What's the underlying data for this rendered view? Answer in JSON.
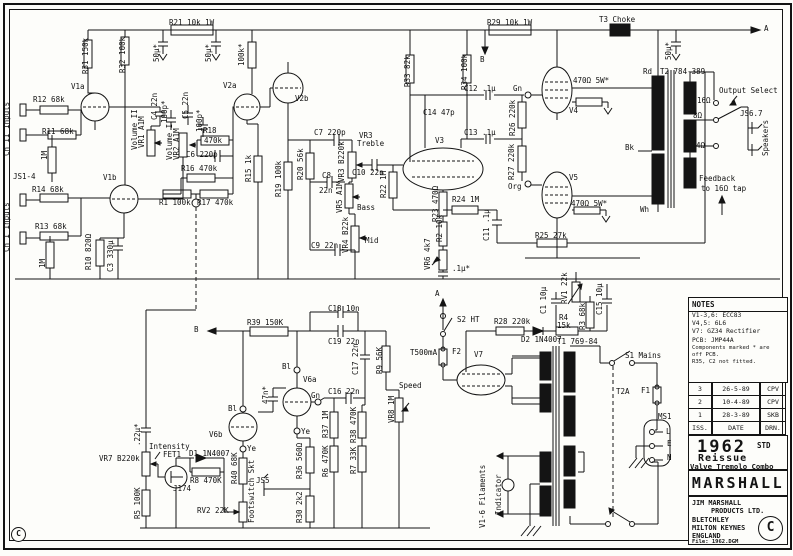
{
  "sheet": {
    "bg": "#fdfdfa",
    "ink": "#141414"
  },
  "labels": {
    "r31": "R31 150k",
    "r32": "R32 100k",
    "r21": "R21 10k 1W",
    "cap50a": "50µ*",
    "cap50b": "50µ*",
    "cap50c": "50µ*",
    "k100": "100k*",
    "v1a": "V1a",
    "r12": "R12 68k",
    "r11": "R11 68k",
    "m1a": "1M",
    "ch2": "Ch II Inputs",
    "js14": "JS1-4",
    "ch1": "Ch I Inputs",
    "v1b": "V1b",
    "r14": "R14 68k",
    "r13": "R13 68k",
    "m1b": "1M",
    "r10": "R10 820Ω",
    "c3": "C3 330µ",
    "vol2": "Volume II",
    "vr1": "VR1 A1M",
    "c4": "C4 22n",
    "p100a": "100p*",
    "c5": "C5 22n",
    "vol1": "Volume I",
    "vr2": "VR2 A1M",
    "p100b": "100p*",
    "r18": "R18",
    "r18v": "470k",
    "c6": "C6 220p",
    "r16": "R16 470k",
    "r1": "R1 100k",
    "r17": "R17 470k",
    "r15": "R15 1k",
    "v2a": "V2a",
    "v2b": "V2b",
    "r33": "R33 82k",
    "r34": "R34 100k",
    "r29": "R29 10k 1W",
    "b1": "B",
    "c12": "C12 .1µ",
    "gn1": "Gn",
    "c14": "C14 47p",
    "c13": "C13 .1µ",
    "r26": "R26 220k",
    "r27": "R27 220k",
    "org": "Org",
    "v3": "V3",
    "c7": "C7 220p",
    "vr3a": "VR3",
    "vr3b": "Treble",
    "r19": "R19 100k",
    "r20": "R20 56k",
    "vr3v": "VR3 B220k",
    "c10": "C10 22n",
    "c8a": "C8",
    "c8b": "22n",
    "vr5": "VR5 A1M",
    "bass": "Bass",
    "mid": "Mid",
    "vr4": "VR4 B22k",
    "c9": "C9 22n",
    "r22": "R22 1M",
    "r23": "R23 470Ω",
    "r24": "R24 1M",
    "r2": "R2 10k",
    "c11": "C11 .1µ",
    "vr6": "VR6 4k7",
    "p1u": ".1µ*",
    "r25": "R25 27k",
    "t3": "T3 Choke",
    "a1": "A",
    "rd": "Rd",
    "t2": "T2 784-389",
    "outsel": "Output Select",
    "ohm16": "16Ω",
    "ohm8": "8Ω",
    "js67": "JS6.7",
    "ohm4": "4Ω",
    "spk": "Speakers",
    "v4": "V4",
    "r470a": "470Ω 5W*",
    "bk": "Bk",
    "v5": "V5",
    "r470b": "470Ω 5W*",
    "wh": "Wh",
    "fb1": "Feedback",
    "fb2": "to 16Ω tap",
    "a2": "A",
    "s2": "S2 HT",
    "t500": "T500mA",
    "f2": "F2",
    "v7": "V7",
    "r28": "R28 220k",
    "d2": "D2 1N4007",
    "c1": "C1 10µ",
    "rv1": "RV1 22k",
    "r4a": "R4",
    "r4b": "15k",
    "r3": "R3 68k",
    "c15": "C15 10µ",
    "t1": "T1 769-84",
    "s1": "S1 Mains",
    "t2a": "T2A",
    "f1": "F1",
    "ms1": "MS1",
    "pl": "L",
    "pe": "E",
    "pn": "N",
    "fil": "V1-6 Filaments",
    "ind": "Indicator",
    "b2": "B",
    "r39": "R39 150K",
    "c18": "C18 10n",
    "c19": "C19 22n",
    "c17": "C17 22n",
    "r9": "R9 56K",
    "speed": "Speed",
    "vr8": "VR8 1M",
    "bl1": "Bl",
    "v6a": "V6a",
    "c47n": "47n*",
    "c16": "C16 22n",
    "gn2": "Gn",
    "bl2": "Bl",
    "v6b": "V6b",
    "ye1": "Ye",
    "ye2": "Ye",
    "r37": "R37 1M",
    "r38": "R38 470K",
    "r6": "R6 470K",
    "r7": "R7 33K",
    "r36": "R36 560Ω",
    "r30": "R30 2k2",
    "fsw": "Footswitch Skt",
    "js5": "JS5",
    "intensity": "Intensity",
    "vr7": "VR7 B220k",
    "fet1": "FET1",
    "d1": "D1 1N4007",
    "r8": "R8 470K",
    "j174": "J174",
    "r40": "R40 68K",
    "rv2": "RV2 22K",
    "r5": "R5 100K",
    "c22u": ".22µ*"
  },
  "notes": {
    "title": "NOTES",
    "lines": [
      "V1-3,6: ECC83",
      "V4,5: 6L6",
      "V7: GZ34 Rectifier",
      "PCB: JMP44A",
      "Components marked * are",
      "off PCB.",
      "R35, C2 not fitted."
    ]
  },
  "revisions": {
    "rows": [
      [
        "3",
        "26-5-89",
        "CPV"
      ],
      [
        "2",
        "10-4-89",
        "CPV"
      ],
      [
        "1",
        "28-3-89",
        "SKB"
      ]
    ],
    "footer": [
      "ISS.",
      "DATE",
      "DRN."
    ]
  },
  "title_block": {
    "model": "1962",
    "std": "STD",
    "reissue": "Reissue",
    "type": "Valve Tremolo Combo",
    "brand": "MARSHALL",
    "company1": "JIM MARSHALL",
    "company2": "PRODUCTS LTD.",
    "addr1": "BLETCHLEY",
    "addr2": "MILTON KEYNES",
    "addr3": "ENGLAND",
    "file": "File: 1962.DGM",
    "copyright": "C"
  }
}
